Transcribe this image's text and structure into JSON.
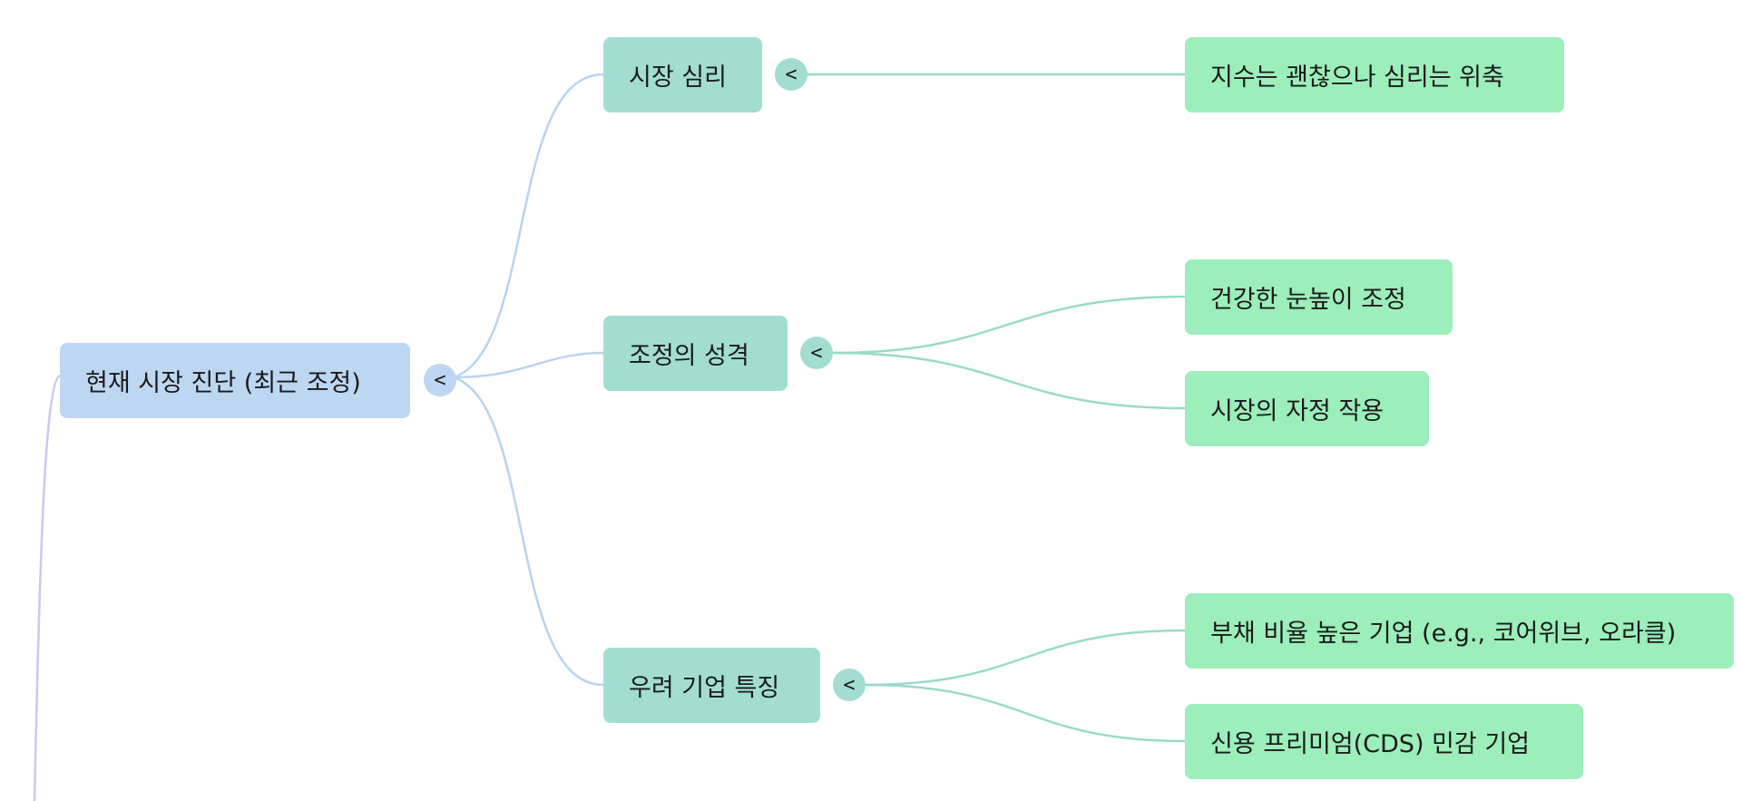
{
  "mindmap": {
    "colors": {
      "root_fill": "#bdd6f2",
      "mid_fill": "#a3ddd2",
      "leaf_fill": "#9ceebb",
      "root_link": "#b9d3ee",
      "mid_link": "#99dac9",
      "outer_link": "#c7c9f3"
    },
    "collapse_glyph": "<",
    "root": {
      "label": "현재 시장 진단 (최근 조정)"
    },
    "branches": [
      {
        "label": "시장 심리",
        "children": [
          "지수는 괜찮으나 심리는 위축"
        ]
      },
      {
        "label": "조정의 성격",
        "children": [
          "건강한 눈높이 조정",
          "시장의 자정 작용"
        ]
      },
      {
        "label": "우려 기업 특징",
        "children": [
          "부채 비율 높은 기업 (e.g., 코어위브, 오라클)",
          "신용 프리미엄(CDS) 민감 기업"
        ]
      }
    ]
  }
}
